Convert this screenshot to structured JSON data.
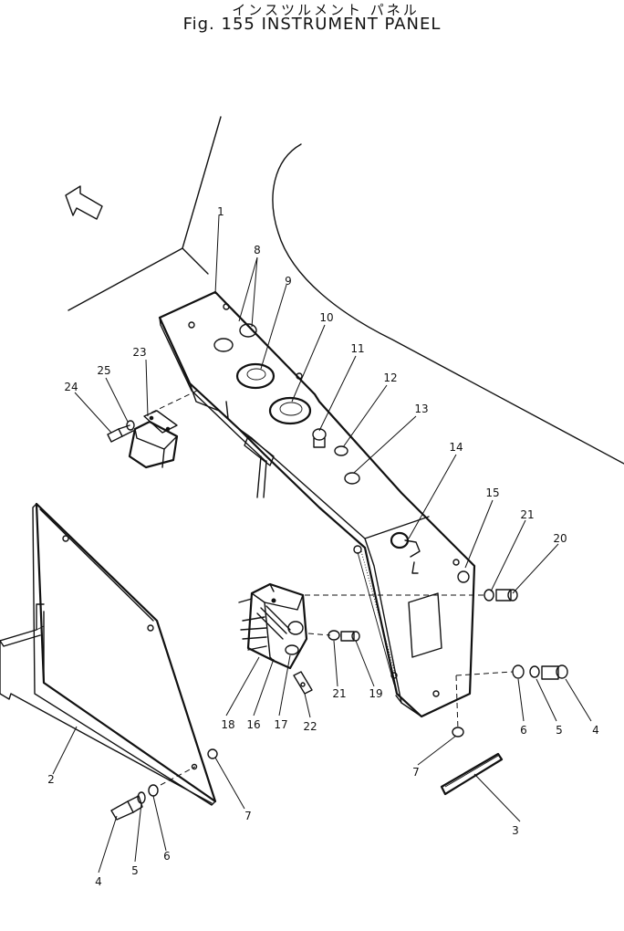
{
  "figure": {
    "title_jp": "インスツルメント パネル",
    "title_en": "Fig. 155 INSTRUMENT PANEL"
  },
  "callouts": [
    "1",
    "2",
    "3",
    "4",
    "4",
    "5",
    "5",
    "6",
    "6",
    "7",
    "7",
    "8",
    "9",
    "10",
    "11",
    "12",
    "13",
    "14",
    "15",
    "16",
    "17",
    "18",
    "19",
    "20",
    "21",
    "21",
    "22",
    "23",
    "24",
    "25"
  ]
}
